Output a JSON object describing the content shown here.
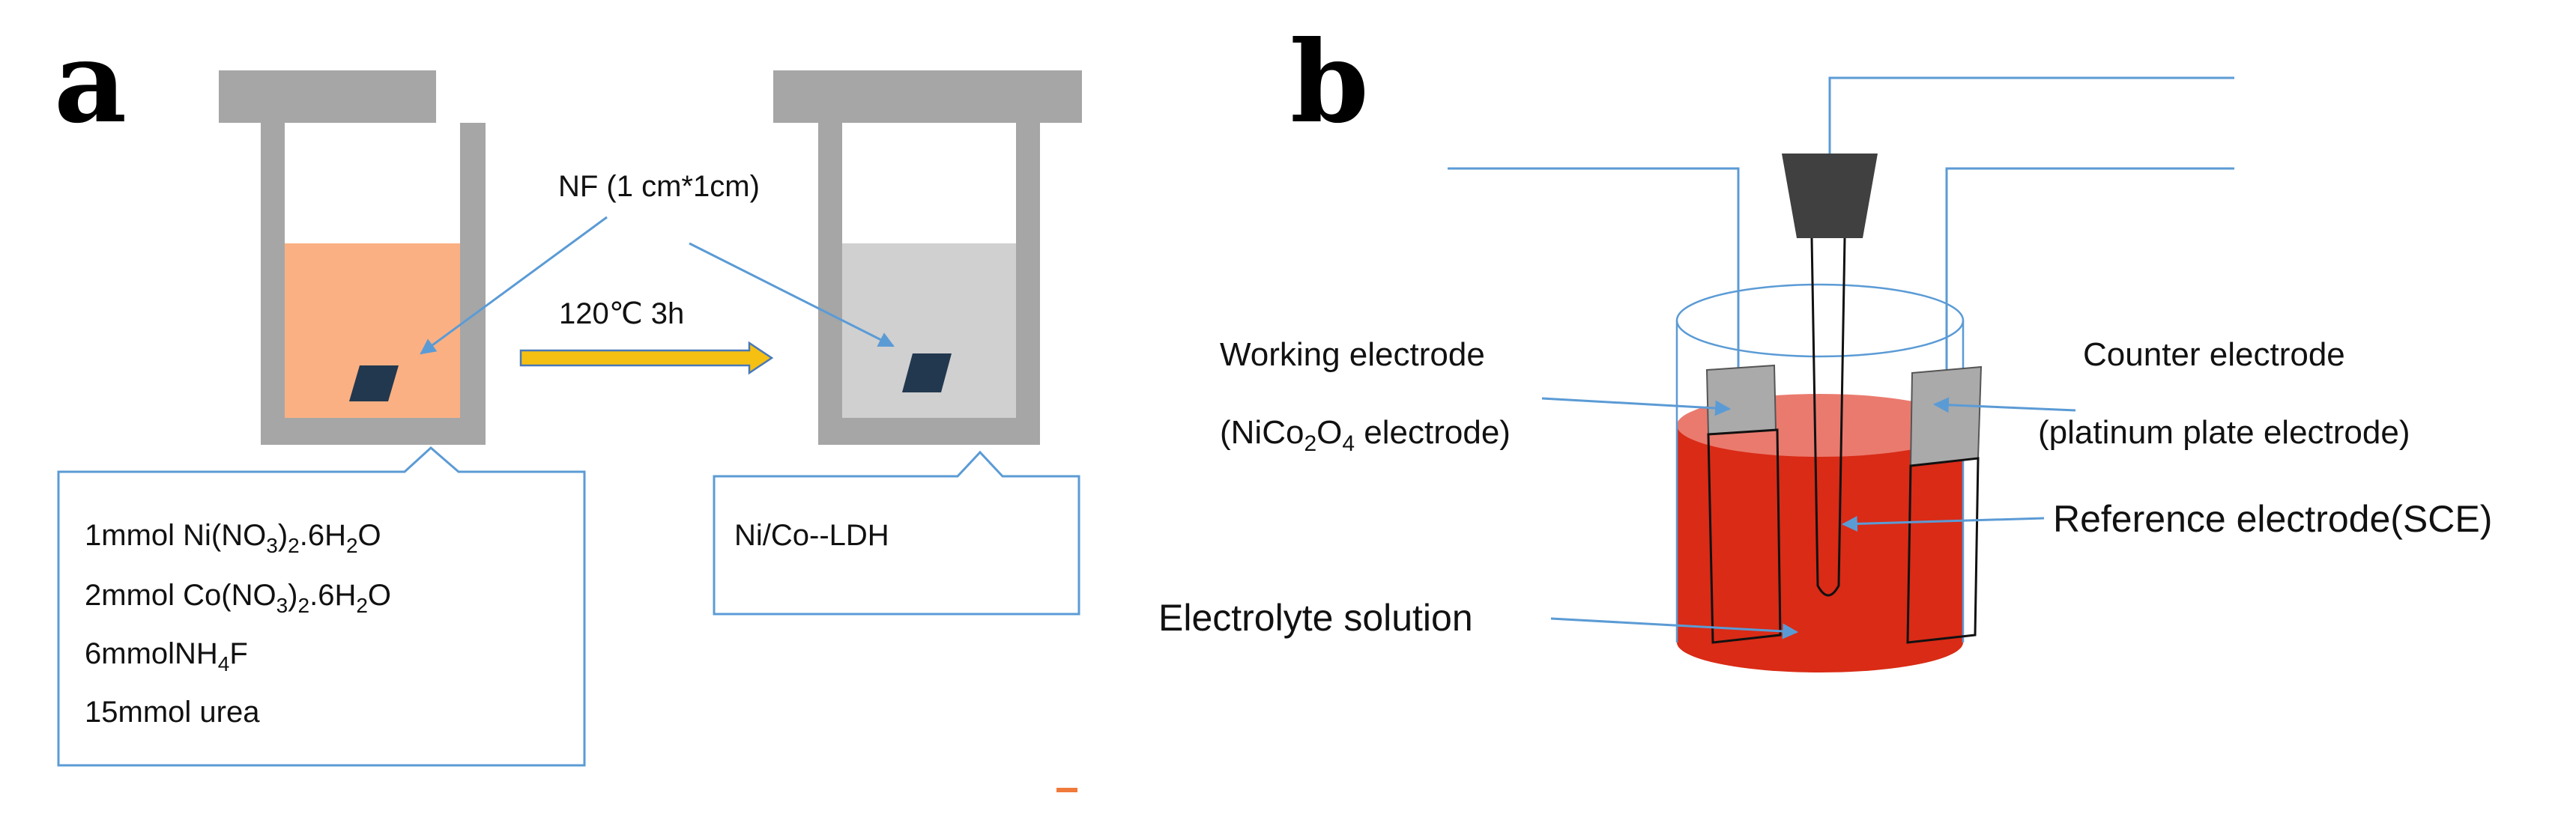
{
  "panel_a": {
    "letter": "a",
    "nf_label": "NF (1 cm*1cm)",
    "condition_label": "120℃ 3h",
    "reagents": [
      {
        "text": "1mmol Ni(NO",
        "sub": "3",
        "text2": ")",
        "sub2": "2",
        "text3": ".6H",
        "sub3": "2",
        "text4": "O"
      },
      {
        "text": "2mmol Co(NO",
        "sub": "3",
        "text2": ")",
        "sub2": "2",
        "text3": ".6H",
        "sub3": "2",
        "text4": "O"
      },
      {
        "text": "6mmolNH",
        "sub": "4",
        "text2": "F"
      },
      {
        "text": "15mmol urea"
      }
    ],
    "product_label": "Ni/Co--LDH",
    "colors": {
      "autoclave_gray": "#a6a6a6",
      "solution_orange": "#fbb083",
      "solution_gray": "#d0d0d0",
      "sample": "#22384f",
      "arrow_fill": "#f5c012",
      "pointer_line": "#5b9bd5"
    }
  },
  "panel_b": {
    "letter": "b",
    "working_electrode_label": "Working electrode",
    "working_electrode_sub": {
      "text": "(NiCo",
      "sub": "2",
      "text2": "O",
      "sub2": "4",
      "text3": " electrode)"
    },
    "counter_electrode_label": "Counter electrode",
    "counter_electrode_sub": "(platinum plate electrode)",
    "reference_electrode_label": "Reference electrode(SCE)",
    "electrolyte_label": "Electrolyte solution",
    "colors": {
      "electrolyte": "#d92b16",
      "electrolyte_top": "#ea7a6e",
      "plate": "#aaaaaa",
      "stopper": "#404040",
      "wire": "#5b9bd5"
    }
  }
}
